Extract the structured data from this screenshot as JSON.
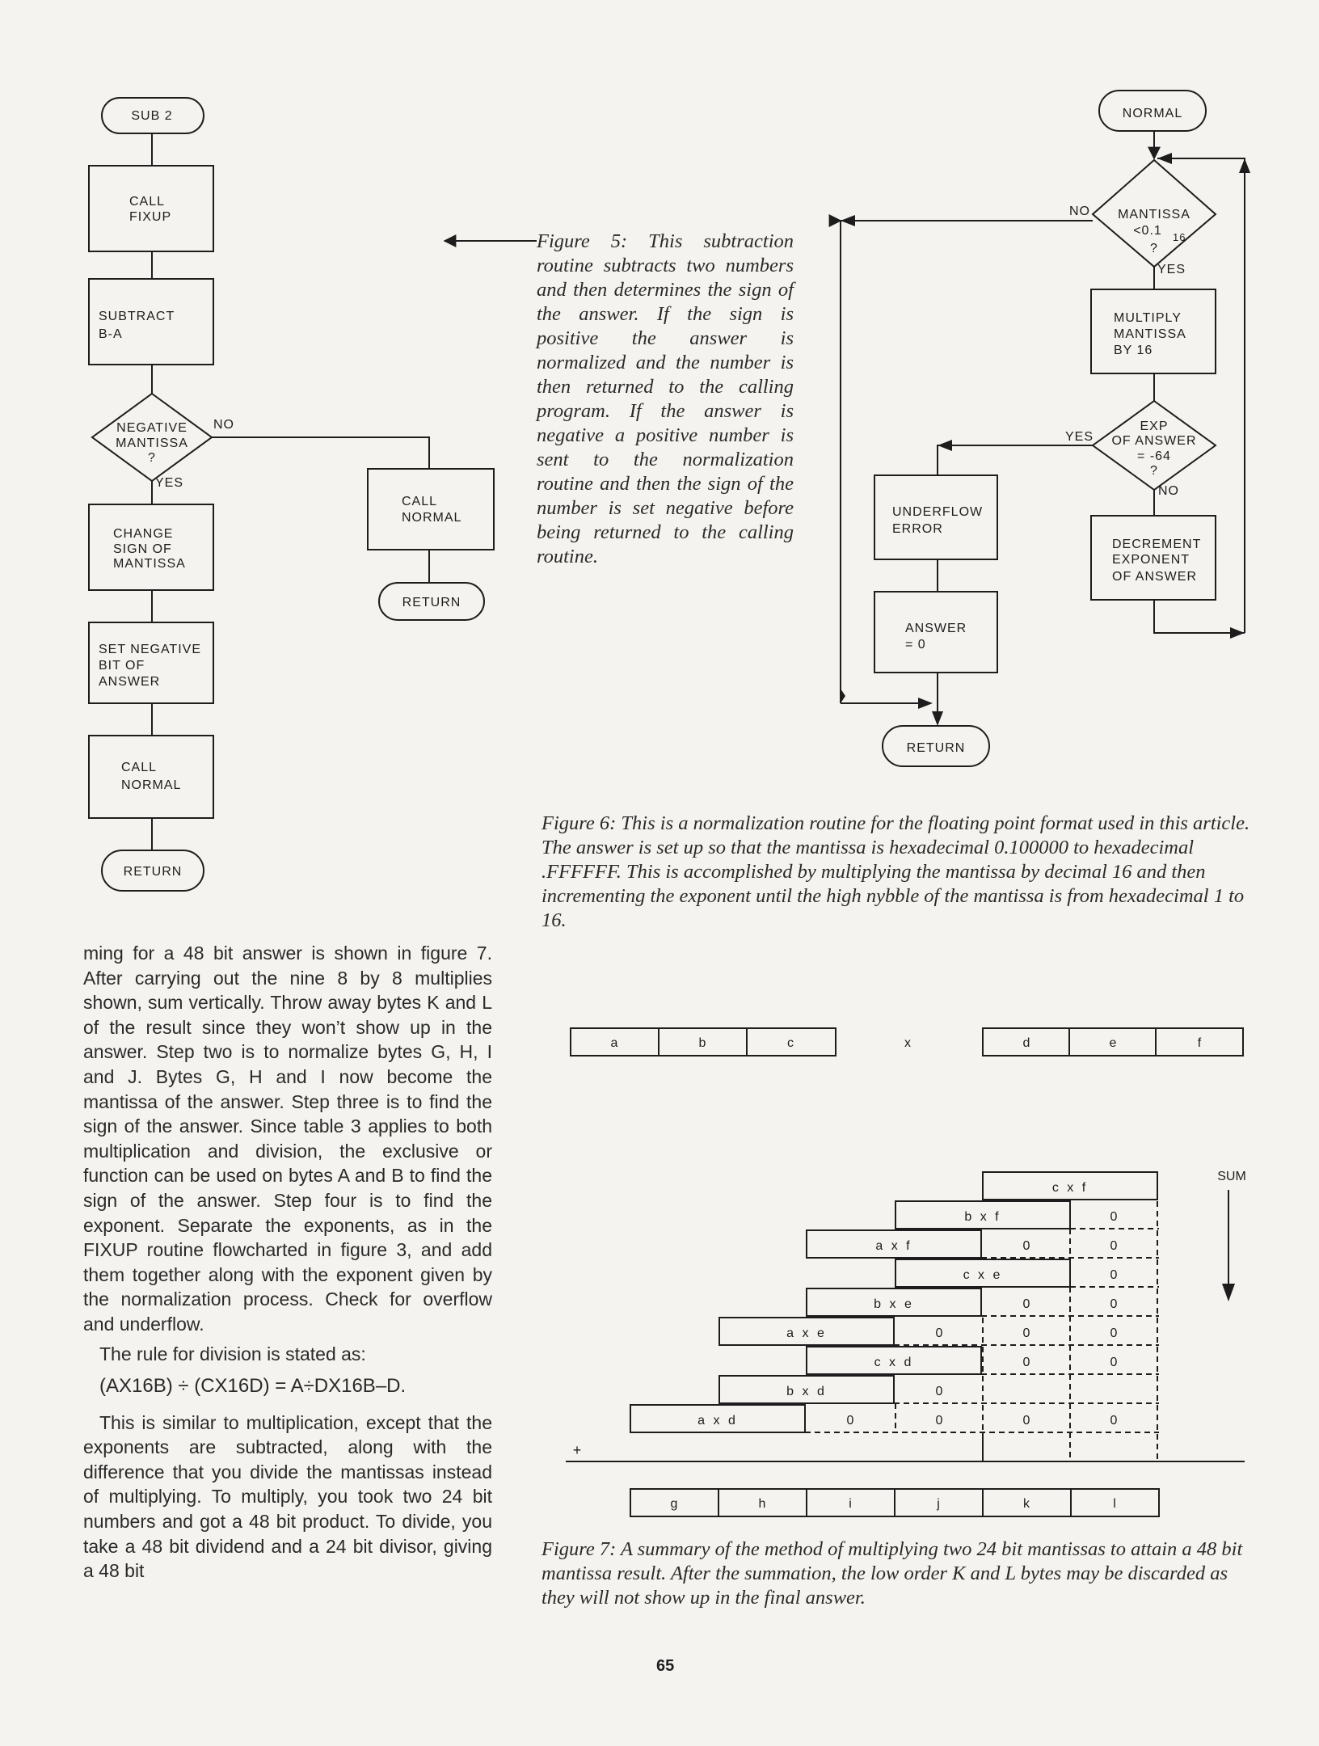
{
  "figure5": {
    "nodes": {
      "start": "SUB 2",
      "call_fixup": [
        "CALL",
        "FIXUP"
      ],
      "subtract": [
        "SUBTRACT",
        "B-A"
      ],
      "decision": [
        "NEGATIVE",
        "MANTISSA",
        "?"
      ],
      "no_label": "NO",
      "yes_label": "YES",
      "change_sign": [
        "CHANGE",
        "SIGN OF",
        "MANTISSA"
      ],
      "set_negative": [
        "SET NEGATIVE",
        "BIT OF",
        "ANSWER"
      ],
      "call_normal_left": [
        "CALL",
        "NORMAL"
      ],
      "return_left": "RETURN",
      "call_normal_right": [
        "CALL",
        "NORMAL"
      ],
      "return_right": "RETURN"
    },
    "caption": "Figure 5: This subtraction routine subtracts two numbers and then determines the sign of the answer. If the sign is positive the answer is normalized and the number is then returned to the calling program. If the answer is negative a positive number is sent to the normalization routine and then the sign of the number is set negative before being returned to the calling routine."
  },
  "figure6": {
    "nodes": {
      "start": "NORMAL",
      "decision1": [
        "MANTISSA",
        "<0.1",
        "16",
        "?"
      ],
      "d1_no": "NO",
      "d1_yes": "YES",
      "multiply": [
        "MULTIPLY",
        "MANTISSA",
        "BY 16"
      ],
      "decision2": [
        "EXP",
        "OF ANSWER",
        "= -64",
        "?"
      ],
      "d2_yes": "YES",
      "d2_no": "NO",
      "underflow": [
        "UNDERFLOW",
        "ERROR"
      ],
      "decrement": [
        "DECREMENT",
        "EXPONENT",
        "OF ANSWER"
      ],
      "answer_zero": [
        "ANSWER",
        "= 0"
      ],
      "return": "RETURN"
    },
    "caption": "Figure 6: This is a normalization routine for the floating point format used in this article. The answer is set up so that the mantissa is hexadecimal 0.100000 to hexadecimal .FFFFFF. This is accomplished by multiplying the mantissa by decimal 16 and then incrementing the exponent until the high nybble of the mantissa is from hexadecimal 1 to 16."
  },
  "figure7": {
    "multiplicand": [
      "a",
      "b",
      "c"
    ],
    "times": "x",
    "multiplier": [
      "d",
      "e",
      "f"
    ],
    "sum_label": "SUM",
    "products": [
      "c x f",
      "b x f",
      "a x f",
      "c x e",
      "b x e",
      "a x e",
      "c x d",
      "b x d",
      "a x d"
    ],
    "zero": "0",
    "plus": "+",
    "result": [
      "g",
      "h",
      "i",
      "j",
      "k",
      "l"
    ],
    "caption": "Figure 7: A summary of the method of multiplying two 24 bit mantissas to attain a 48 bit mantissa result. After the summation, the low order K and L bytes may be discarded as they will not show up in the final answer."
  },
  "body": {
    "p1": "ming for a 48 bit answer is shown in figure 7. After carrying out the nine 8 by 8 multiplies shown, sum vertically. Throw away bytes K and L of the result since they won’t show up in the answer. Step two is to normalize bytes G, H, I and J. Bytes G, H and I now become the mantissa of the answer. Step three is to find the sign of the answer. Since table 3 applies to both multiplication and division, the exclusive or function can be used on bytes A and B to find the sign of the answer. Step four is to find the exponent. Separate the exponents, as in the FIXUP routine flowcharted in figure 3, and add them together along with the exponent given by the normalization process. Check for overflow and underflow.",
    "p2": "The rule for division is stated as:",
    "formula": "(AX16B) ÷ (CX16D) = A÷DX16B–D.",
    "p3": "This is similar to multiplication, except that the exponents are subtracted, along with the difference that you divide the mantissas instead of multiplying. To multiply, you took two 24 bit numbers and got a 48 bit product. To divide, you take a 48 bit dividend and a 24 bit divisor, giving a 48 bit"
  },
  "page_number": "65"
}
